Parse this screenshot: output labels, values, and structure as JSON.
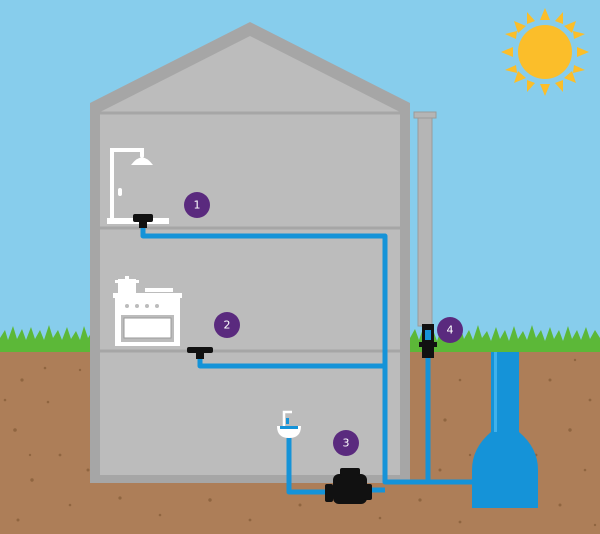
{
  "colors": {
    "sky": "#87cdec",
    "soil": "#ad7e58",
    "grass": "#5cb838",
    "house_outline": "#a6a6a6",
    "house_fill": "#bcbcbc",
    "pipe": "#1593d8",
    "fixture": "#ffffff",
    "fitting": "#111111",
    "marker": "#5a2a7e",
    "sun": "#fbbe2a",
    "tank": "#1593d8"
  },
  "icons": [
    "sun-icon",
    "shower-icon",
    "stove-icon",
    "sink-icon",
    "drain-icon",
    "pump-icon",
    "tank-icon"
  ],
  "markers": [
    {
      "label": "1"
    },
    {
      "label": "2"
    },
    {
      "label": "3"
    },
    {
      "label": "4"
    }
  ]
}
